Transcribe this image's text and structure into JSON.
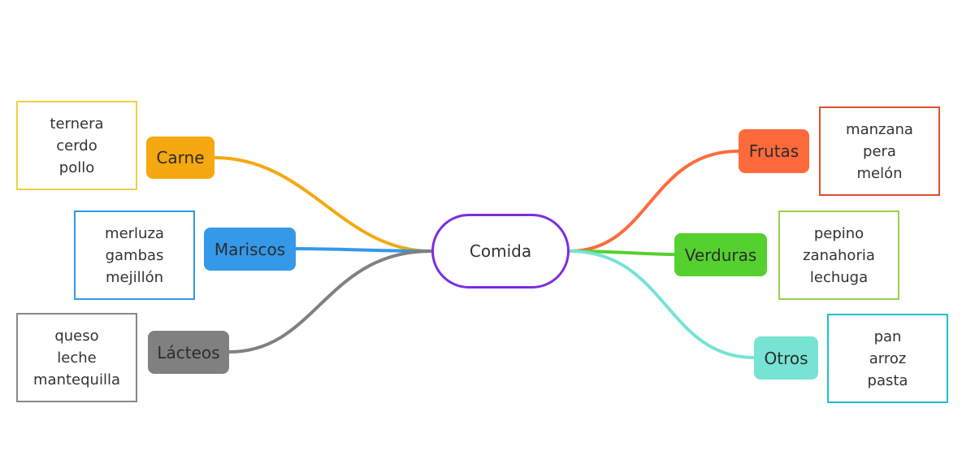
{
  "center": {
    "label": "Comida",
    "color": "#7a2de0"
  },
  "branches": [
    {
      "id": "carne",
      "label": "Carne",
      "color": "#f5a80f",
      "items": [
        "ternera",
        "cerdo",
        "pollo"
      ],
      "leaf_border": "#f0d040"
    },
    {
      "id": "mariscos",
      "label": "Mariscos",
      "color": "#3399e8",
      "items": [
        "merluza",
        "gambas",
        "mejillón"
      ],
      "leaf_border": "#3399e8"
    },
    {
      "id": "lacteos",
      "label": "Lácteos",
      "color": "#808080",
      "items": [
        "queso",
        "leche",
        "mantequilla"
      ],
      "leaf_border": "#888888"
    },
    {
      "id": "frutas",
      "label": "Frutas",
      "color": "#ff6a3d",
      "items": [
        "manzana",
        "pera",
        "melón"
      ],
      "leaf_border": "#e05030"
    },
    {
      "id": "verduras",
      "label": "Verduras",
      "color": "#55d12f",
      "items": [
        "pepino",
        "zanahoria",
        "lechuga"
      ],
      "leaf_border": "#9acd50"
    },
    {
      "id": "otros",
      "label": "Otros",
      "color": "#76e3d3",
      "items": [
        "pan",
        "arroz",
        "pasta"
      ],
      "leaf_border": "#20c0cc"
    }
  ]
}
